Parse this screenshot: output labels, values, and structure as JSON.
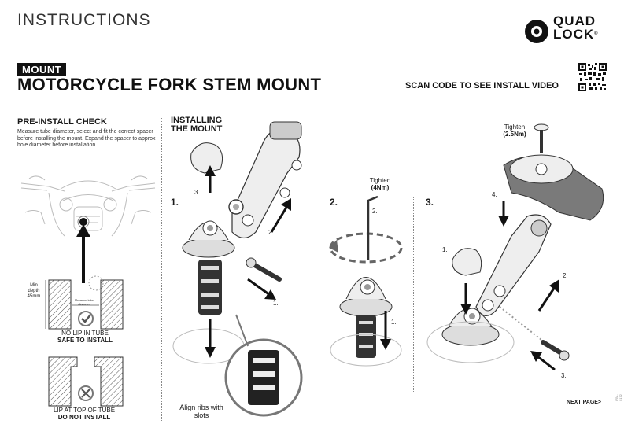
{
  "header": {
    "section": "INSTRUCTIONS",
    "brand_line1": "QUAD",
    "brand_line2": "LOCK",
    "brand_mark": "®"
  },
  "product": {
    "category": "MOUNT",
    "title": "MOTORCYCLE FORK STEM MOUNT",
    "scan_text": "SCAN CODE TO SEE INSTALL VIDEO"
  },
  "pre_install": {
    "title": "PRE-INSTALL CHECK",
    "body": "Measure tube diameter, select and fit the correct spacer before installing the mount. Expand the spacer to approx hole diameter before installation.",
    "min_depth": [
      "Min",
      "depth",
      "45mm"
    ],
    "measure_label": "Measure tube diameter",
    "ok_caption": "NO LIP IN TUBE",
    "ok_status": "SAFE TO INSTALL",
    "bad_caption": "LIP AT TOP OF TUBE",
    "bad_status": "DO NOT INSTALL"
  },
  "installing": {
    "title": "INSTALLING THE MOUNT",
    "step1": {
      "number": "1.",
      "sub1": "1.",
      "sub2": "2.",
      "sub3": "3.",
      "align_note": "Align ribs with slots"
    },
    "step2": {
      "number": "2.",
      "sub1": "1.",
      "sub2": "2.",
      "tighten": "Tighten",
      "torque": "(4Nm)"
    },
    "step3": {
      "number": "3.",
      "sub1": "1.",
      "sub2": "2.",
      "sub3": "3.",
      "sub4": "4.",
      "tighten": "Tighten",
      "torque": "(2.5Nm)"
    }
  },
  "footer": {
    "next": "NEXT PAGE>",
    "code": "IRM-0172"
  },
  "colors": {
    "ink": "#111111",
    "line": "#333333",
    "light": "#d9d9d9",
    "pad": "#7a7a7a"
  }
}
